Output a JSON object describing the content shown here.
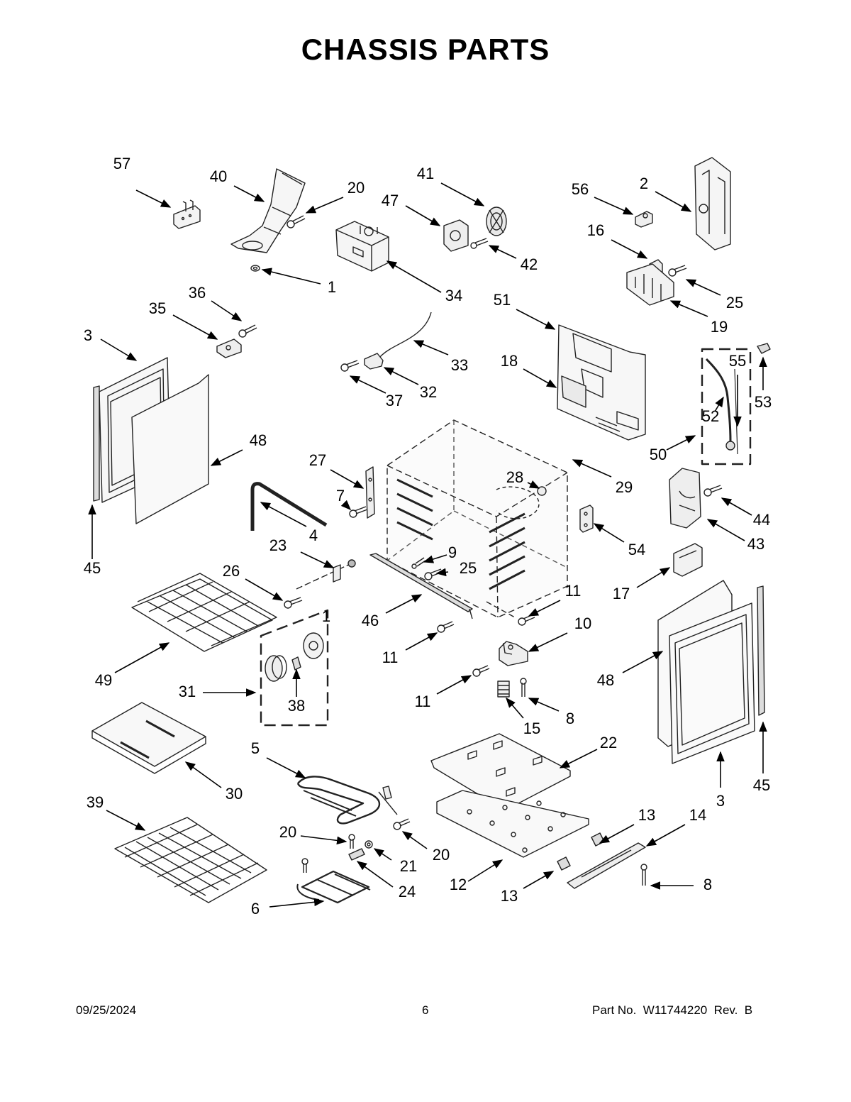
{
  "header": {
    "title": "CHASSIS PARTS"
  },
  "footer": {
    "date": "09/25/2024",
    "page": "6",
    "part_no": "Part No.  W11744220  Rev.  B"
  },
  "callouts": [
    {
      "id": "c-57",
      "label": "57"
    },
    {
      "id": "c-40",
      "label": "40"
    },
    {
      "id": "c-20a",
      "label": "20"
    },
    {
      "id": "c-41",
      "label": "41"
    },
    {
      "id": "c-47",
      "label": "47"
    },
    {
      "id": "c-56",
      "label": "56"
    },
    {
      "id": "c-2",
      "label": "2"
    },
    {
      "id": "c-42",
      "label": "42"
    },
    {
      "id": "c-16",
      "label": "16"
    },
    {
      "id": "c-1a",
      "label": "1"
    },
    {
      "id": "c-34",
      "label": "34"
    },
    {
      "id": "c-25a",
      "label": "25"
    },
    {
      "id": "c-36",
      "label": "36"
    },
    {
      "id": "c-35",
      "label": "35"
    },
    {
      "id": "c-51",
      "label": "51"
    },
    {
      "id": "c-19",
      "label": "19"
    },
    {
      "id": "c-3a",
      "label": "3"
    },
    {
      "id": "c-33",
      "label": "33"
    },
    {
      "id": "c-18",
      "label": "18"
    },
    {
      "id": "c-55",
      "label": "55"
    },
    {
      "id": "c-37",
      "label": "37"
    },
    {
      "id": "c-32",
      "label": "32"
    },
    {
      "id": "c-53",
      "label": "53"
    },
    {
      "id": "c-52",
      "label": "52"
    },
    {
      "id": "c-48a",
      "label": "48"
    },
    {
      "id": "c-50",
      "label": "50"
    },
    {
      "id": "c-27",
      "label": "27"
    },
    {
      "id": "c-28",
      "label": "28"
    },
    {
      "id": "c-29",
      "label": "29"
    },
    {
      "id": "c-7",
      "label": "7"
    },
    {
      "id": "c-44",
      "label": "44"
    },
    {
      "id": "c-4",
      "label": "4"
    },
    {
      "id": "c-43",
      "label": "43"
    },
    {
      "id": "c-23",
      "label": "23"
    },
    {
      "id": "c-9",
      "label": "9"
    },
    {
      "id": "c-54",
      "label": "54"
    },
    {
      "id": "c-45a",
      "label": "45"
    },
    {
      "id": "c-26",
      "label": "26"
    },
    {
      "id": "c-25b",
      "label": "25"
    },
    {
      "id": "c-17",
      "label": "17"
    },
    {
      "id": "c-11a",
      "label": "11"
    },
    {
      "id": "c-1b",
      "label": "1"
    },
    {
      "id": "c-46",
      "label": "46"
    },
    {
      "id": "c-10",
      "label": "10"
    },
    {
      "id": "c-11b",
      "label": "11"
    },
    {
      "id": "c-49",
      "label": "49"
    },
    {
      "id": "c-48b",
      "label": "48"
    },
    {
      "id": "c-31",
      "label": "31"
    },
    {
      "id": "c-11c",
      "label": "11"
    },
    {
      "id": "c-38",
      "label": "38"
    },
    {
      "id": "c-15",
      "label": "15"
    },
    {
      "id": "c-8a",
      "label": "8"
    },
    {
      "id": "c-5",
      "label": "5"
    },
    {
      "id": "c-22",
      "label": "22"
    },
    {
      "id": "c-30",
      "label": "30"
    },
    {
      "id": "c-45b",
      "label": "45"
    },
    {
      "id": "c-3b",
      "label": "3"
    },
    {
      "id": "c-39",
      "label": "39"
    },
    {
      "id": "c-13a",
      "label": "13"
    },
    {
      "id": "c-14",
      "label": "14"
    },
    {
      "id": "c-20b",
      "label": "20"
    },
    {
      "id": "c-20c",
      "label": "20"
    },
    {
      "id": "c-21",
      "label": "21"
    },
    {
      "id": "c-24",
      "label": "24"
    },
    {
      "id": "c-12",
      "label": "12"
    },
    {
      "id": "c-13b",
      "label": "13"
    },
    {
      "id": "c-8b",
      "label": "8"
    },
    {
      "id": "c-6",
      "label": "6"
    }
  ]
}
